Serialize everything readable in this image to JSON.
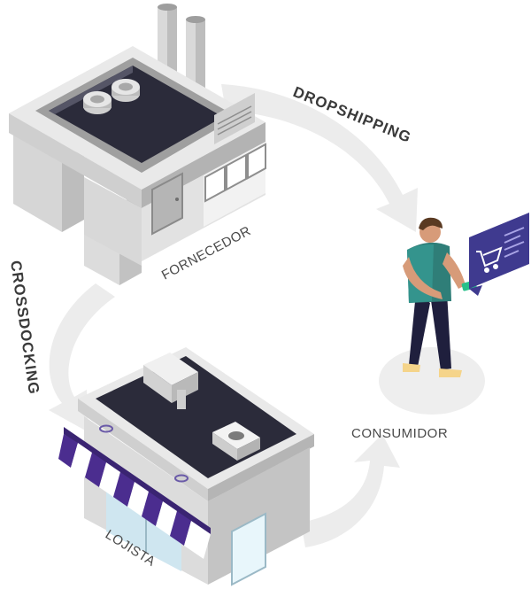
{
  "nodes": {
    "supplier": "FORNECEDOR",
    "consumer": "CONSUMIDOR",
    "retailer": "LOJISTA"
  },
  "flows": {
    "dropshipping": "DROPSHIPPING",
    "crossdocking": "CROSSDOCKING"
  },
  "colors": {
    "arrow": "#ececec",
    "building_light": "#e9e9e9",
    "building_mid": "#cfcfcf",
    "building_dark": "#a9a9a9",
    "roof_dark": "#2b2b3a",
    "awning_purple": "#4b2d8f",
    "screen_purple": "#3f3a8f",
    "shirt_green": "#2f7e78",
    "pants_navy": "#1f1f3d"
  }
}
